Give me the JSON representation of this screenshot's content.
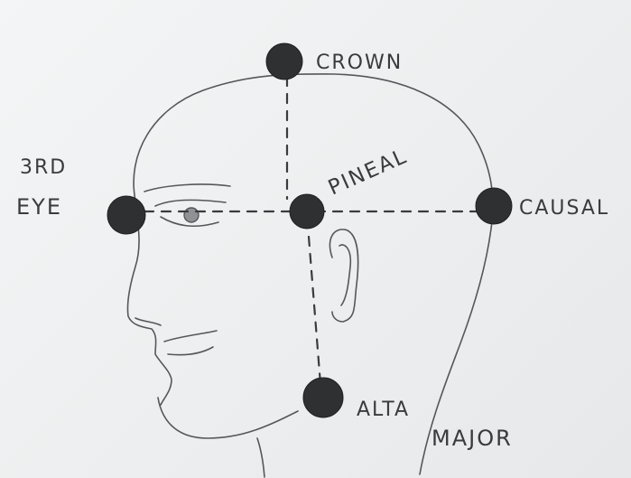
{
  "labels": {
    "crown": "CROWN",
    "pineal": "PINEAL",
    "third_eye_line1": "3RD",
    "third_eye_line2": "EYE",
    "causal": "CAUSAL",
    "alta": "ALTA",
    "major": "MAJOR"
  },
  "colors": {
    "paper": "#eceeef",
    "pencil": "#3a3b3d",
    "dot": "#2f3032"
  }
}
